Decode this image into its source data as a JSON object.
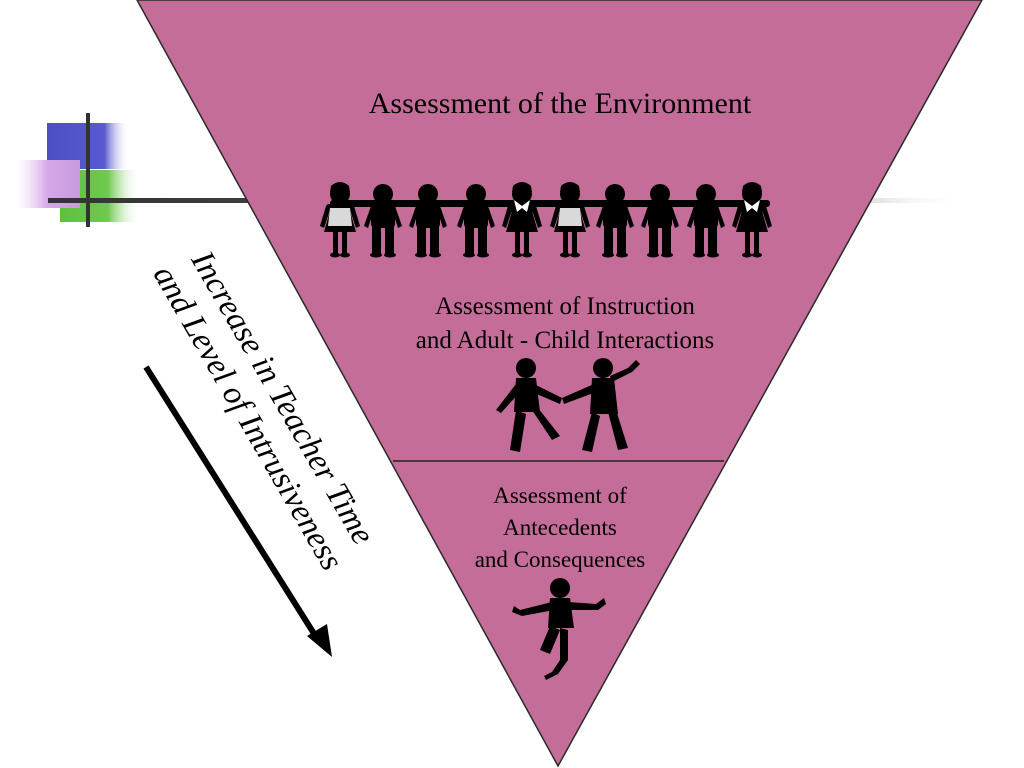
{
  "colors": {
    "triangle_fill": "#c46d98",
    "triangle_stroke": "#2a2a2a",
    "figure": "#000000",
    "accent_blue": "#4b4fc4",
    "accent_green": "#5fc03d",
    "accent_violet": "#d6a8e8"
  },
  "levels": {
    "top": {
      "title": "Assessment of the Environment"
    },
    "middle": {
      "line1": "Assessment of Instruction",
      "line2": "and Adult - Child Interactions"
    },
    "bottom": {
      "line1": "Assessment of",
      "line2": "Antecedents",
      "line3": "and Consequences"
    }
  },
  "side_label": {
    "line1": "Increase in Teacher Time",
    "line2": "and Level of Intrusiveness"
  },
  "icons": {
    "children_row": "children-holding-hands-icon",
    "pair": "two-children-icon",
    "single": "child-jumping-icon",
    "arrow": "arrow-down-right-icon",
    "logo": "color-squares-logo"
  }
}
